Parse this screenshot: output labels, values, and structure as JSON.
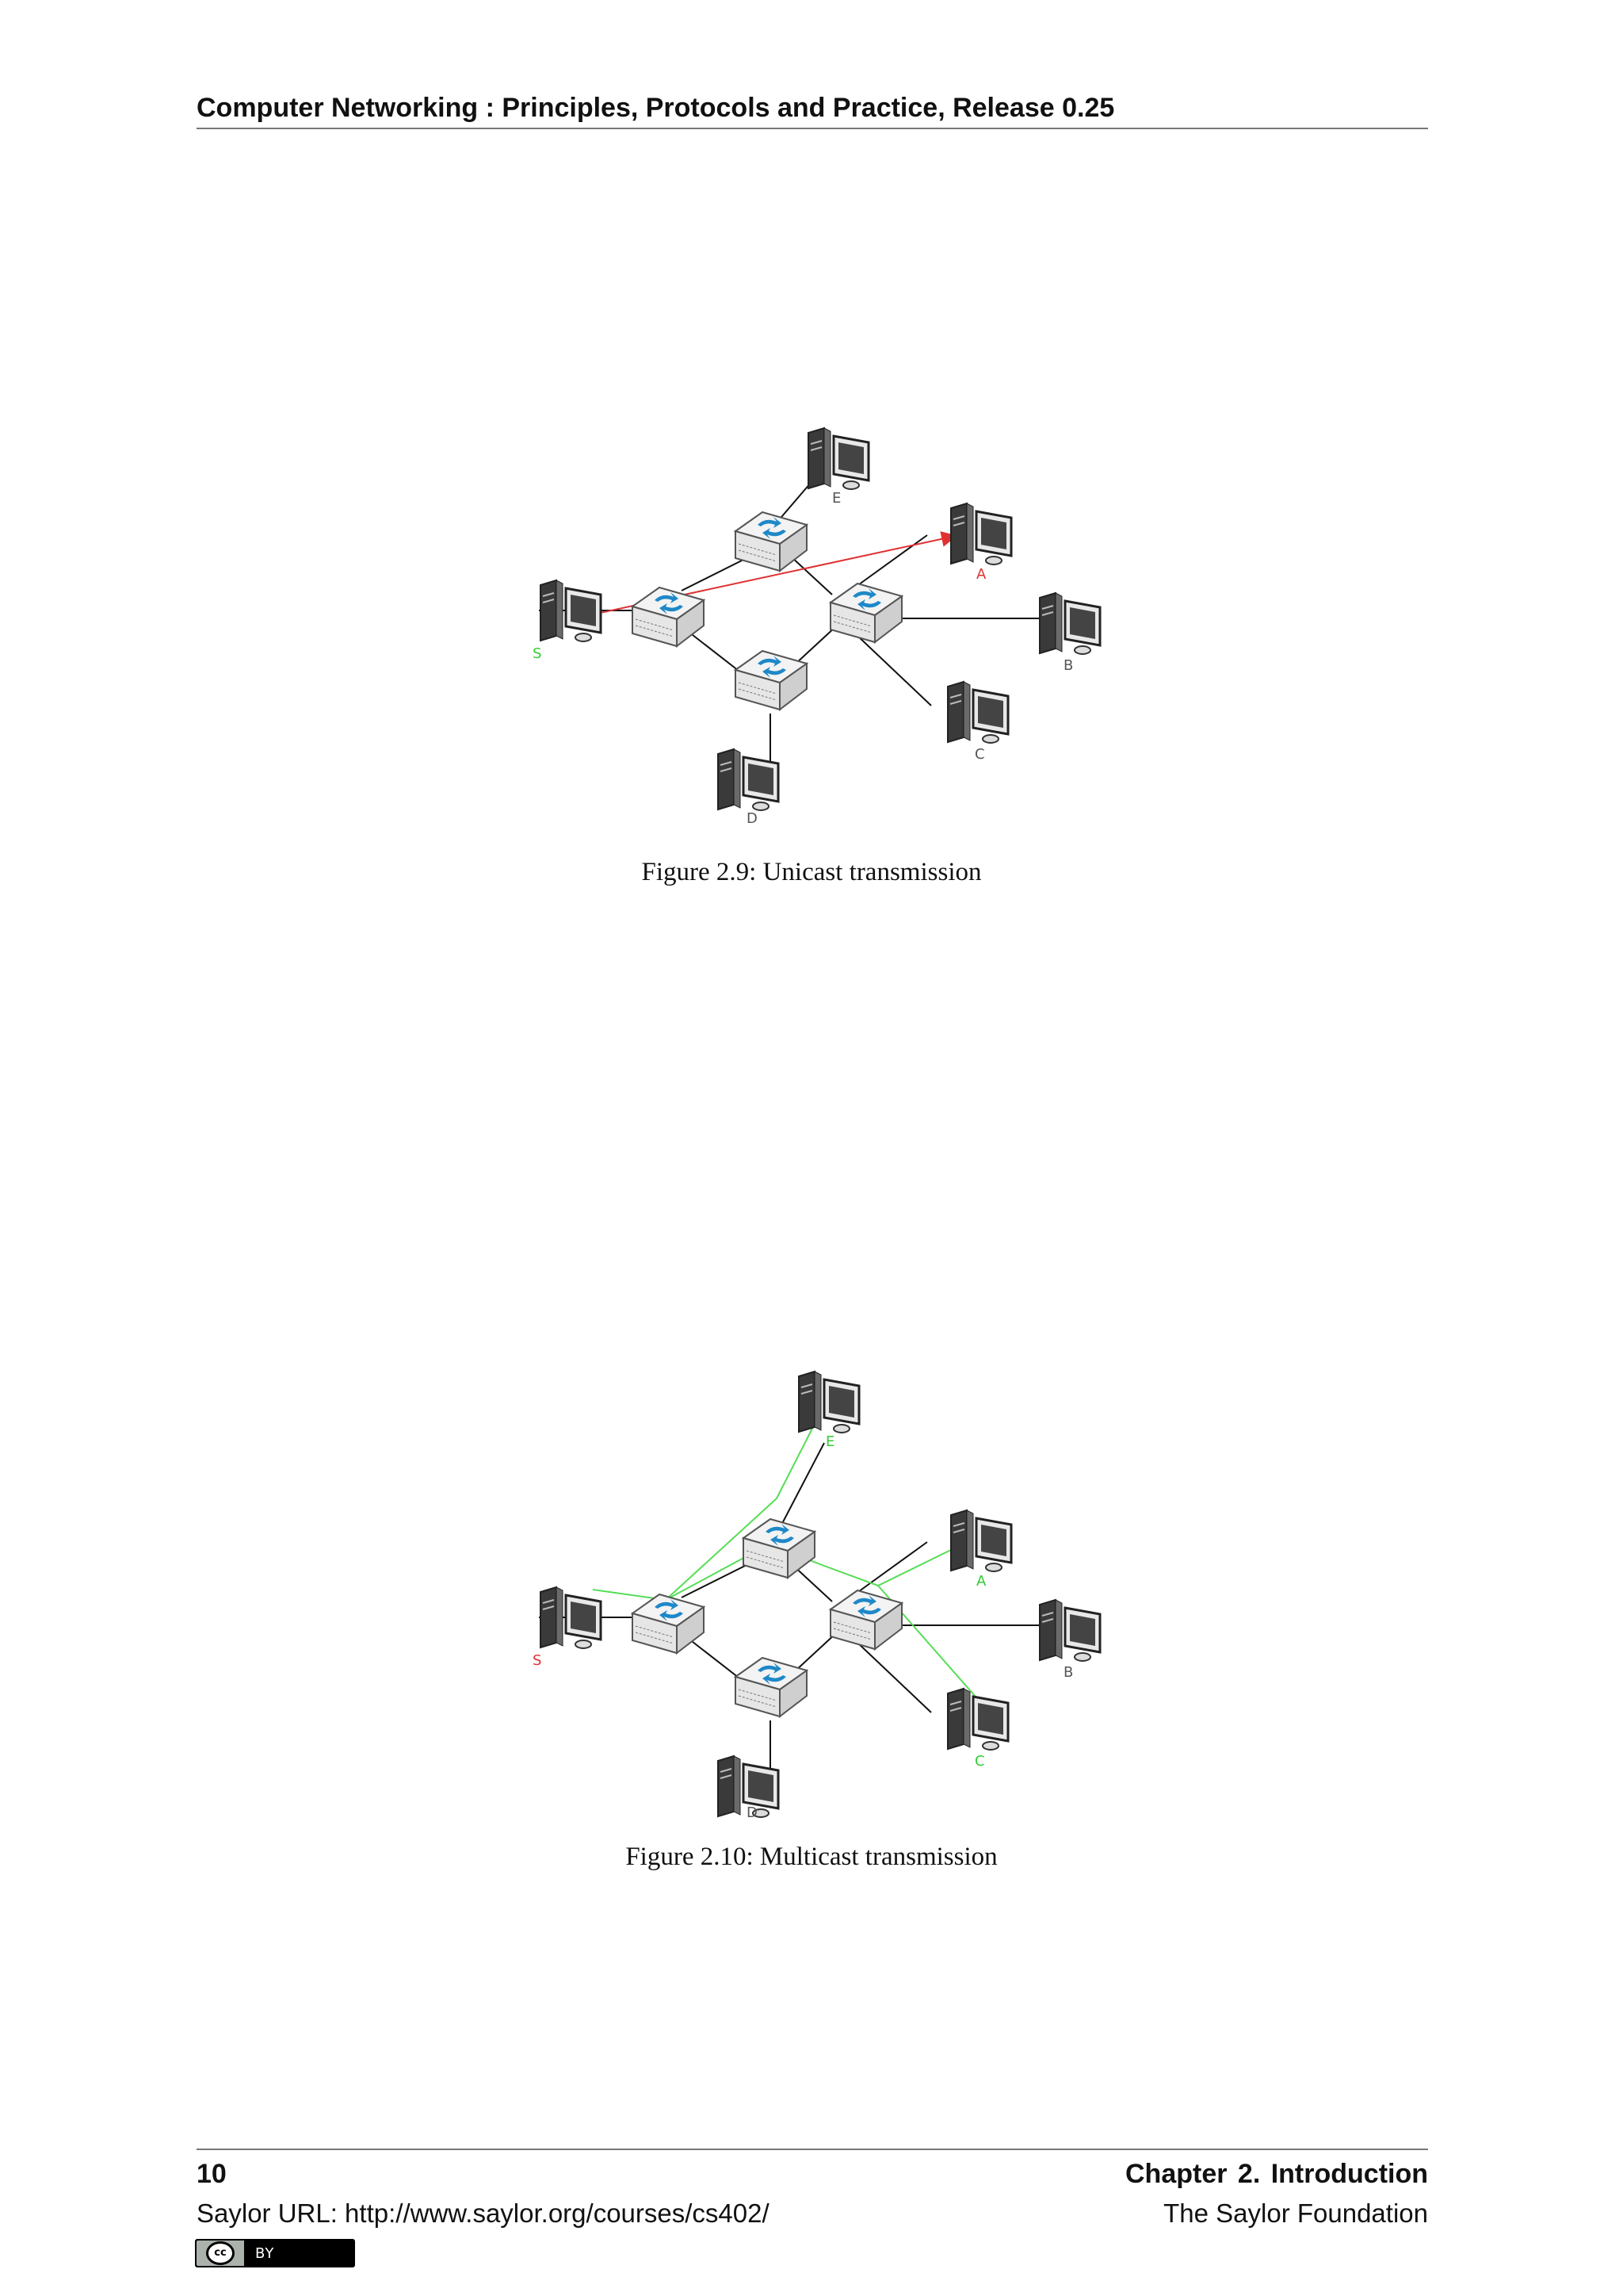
{
  "header": {
    "running_title": "Computer Networking : Principles, Protocols and Practice, Release 0.25"
  },
  "figures": [
    {
      "caption": "Figure 2.9: Unicast transmission",
      "hosts": {
        "S": "S",
        "A": "A",
        "B": "B",
        "C": "C",
        "D": "D",
        "E": "E"
      },
      "colors": {
        "path": "#e03030",
        "source_label": "#33cc33",
        "dest_label": "#e03030",
        "other_label": "#555555",
        "link": "#111111"
      }
    },
    {
      "caption": "Figure 2.10: Multicast transmission",
      "hosts": {
        "S": "S",
        "A": "A",
        "B": "B",
        "C": "C",
        "D": "D",
        "E": "E"
      },
      "colors": {
        "path": "#55dd55",
        "source_label": "#e03030",
        "dest_label": "#33cc33",
        "other_label": "#555555",
        "link": "#111111"
      }
    }
  ],
  "footer": {
    "page_number": "10",
    "chapter": "Chapter 2.  Introduction",
    "url": "Saylor URL: http://www.saylor.org/courses/cs402/",
    "publisher": "The Saylor Foundation",
    "license_badge": {
      "logo": "cc",
      "label": "BY"
    }
  }
}
